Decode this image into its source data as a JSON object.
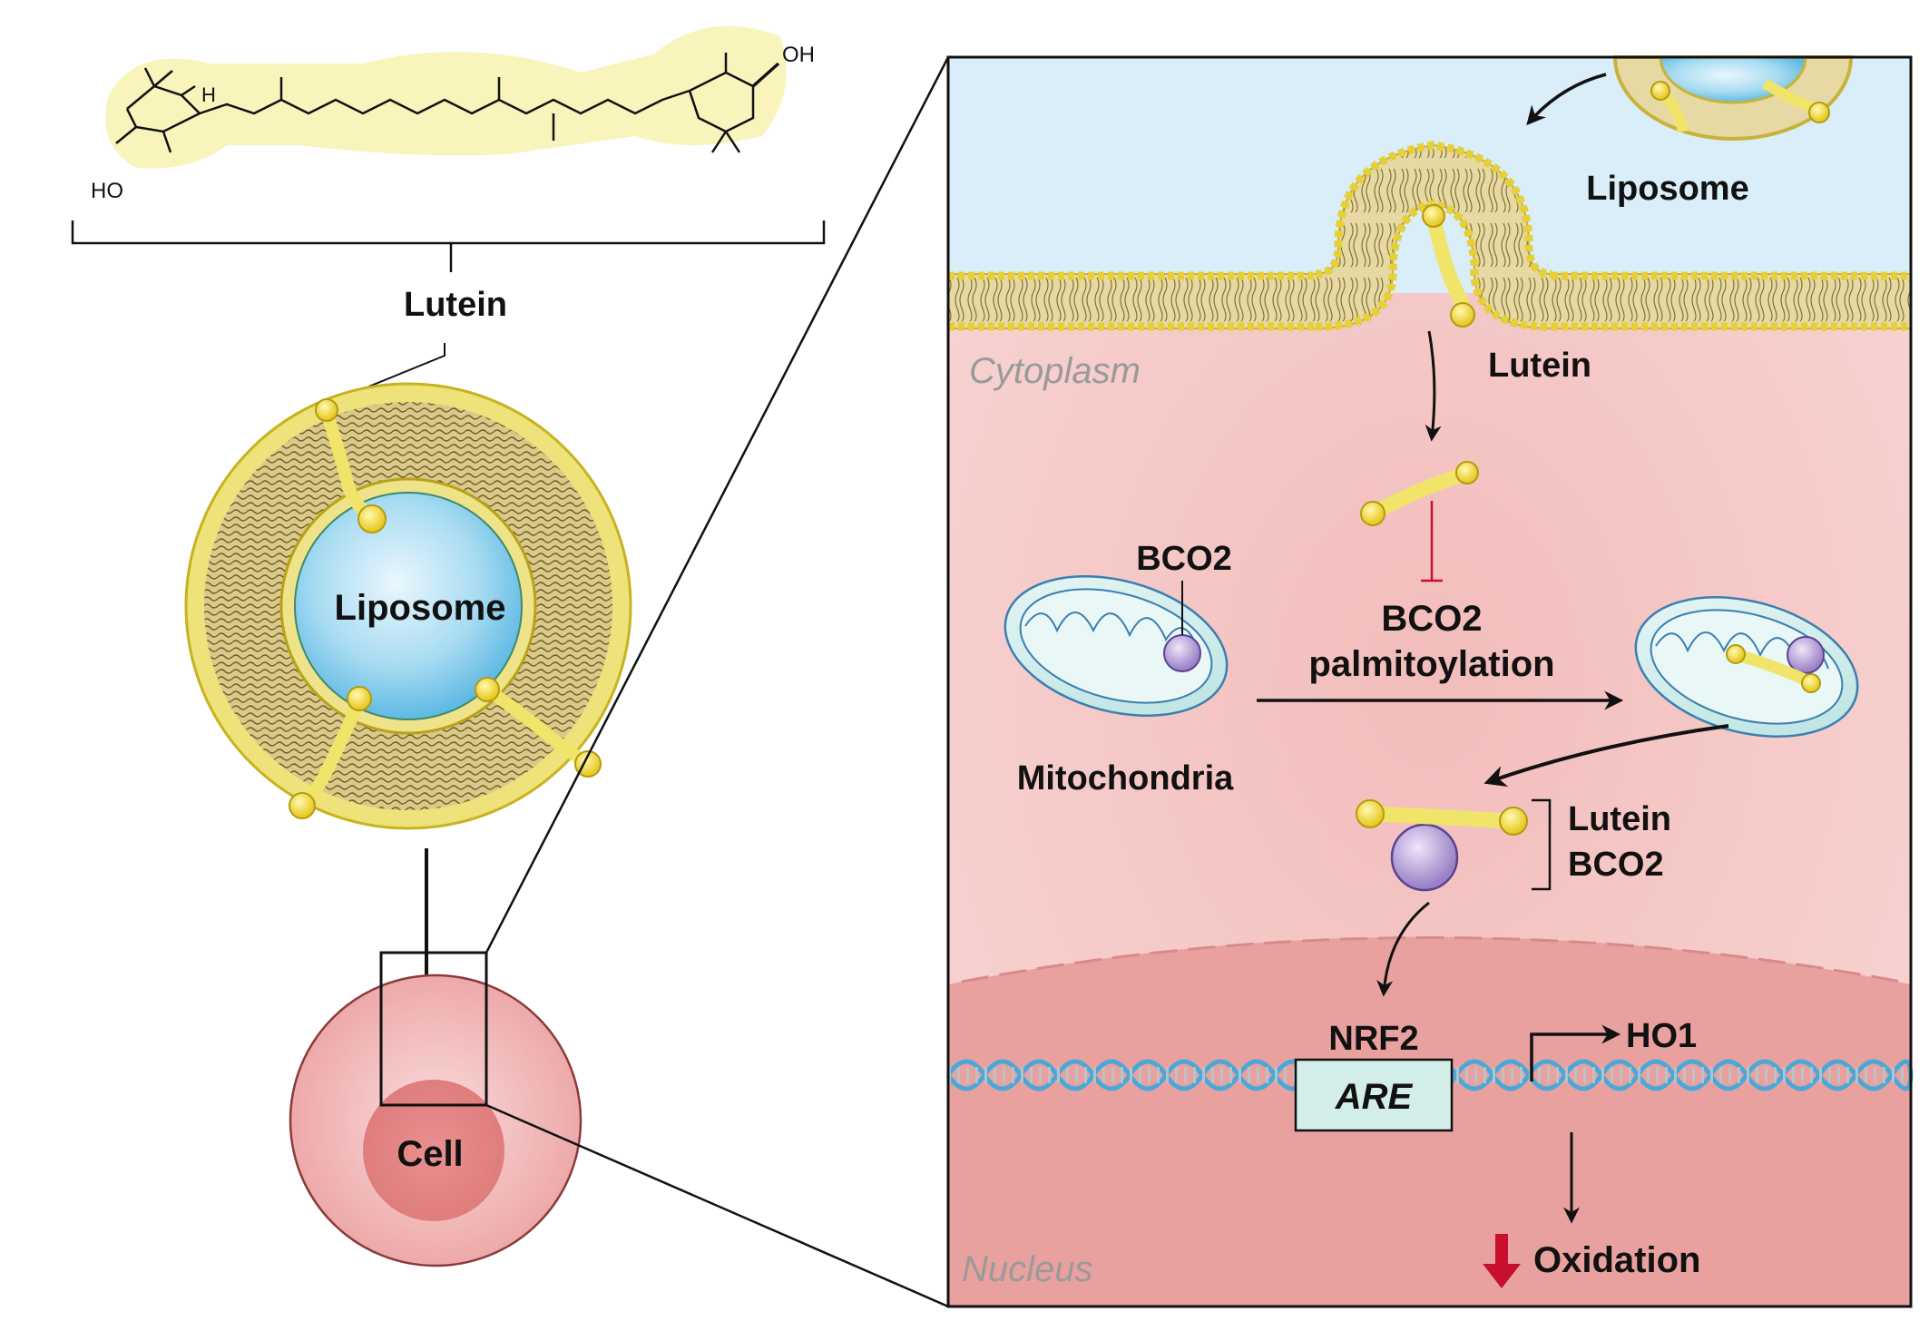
{
  "left": {
    "molecule_oh_top": "OH",
    "molecule_oh_bottom": "HO",
    "molecule_h": "H",
    "lutein_label": "Lutein",
    "liposome_label": "Liposome",
    "cell_label": "Cell"
  },
  "panel": {
    "liposome_label": "Liposome",
    "cytoplasm_label": "Cytoplasm",
    "lutein_label": "Lutein",
    "bco2_label": "BCO2",
    "palmitoylation_line1": "BCO2",
    "palmitoylation_line2": "palmitoylation",
    "mitochondria_label": "Mitochondria",
    "complex_line1": "Lutein",
    "complex_line2": "BCO2",
    "nrf2_label": "NRF2",
    "are_label": "ARE",
    "ho1_label": "HO1",
    "nucleus_label": "Nucleus",
    "oxidation_label": "Oxidation"
  },
  "colors": {
    "cytoplasm": "#f3c6c3",
    "nucleus": "#e9a3a1",
    "extracellular": "#d9eef8",
    "membrane_head": "#f4e35e",
    "membrane_tail": "#8c7a3a",
    "liposome_core": "#7cc7ea",
    "mito_fill": "#cdeceb",
    "bco2_protein": "#a78fcc",
    "dna_blue": "#4aa8d8",
    "inhibit_red": "#c8102e",
    "are_box": "#d3eee9"
  }
}
